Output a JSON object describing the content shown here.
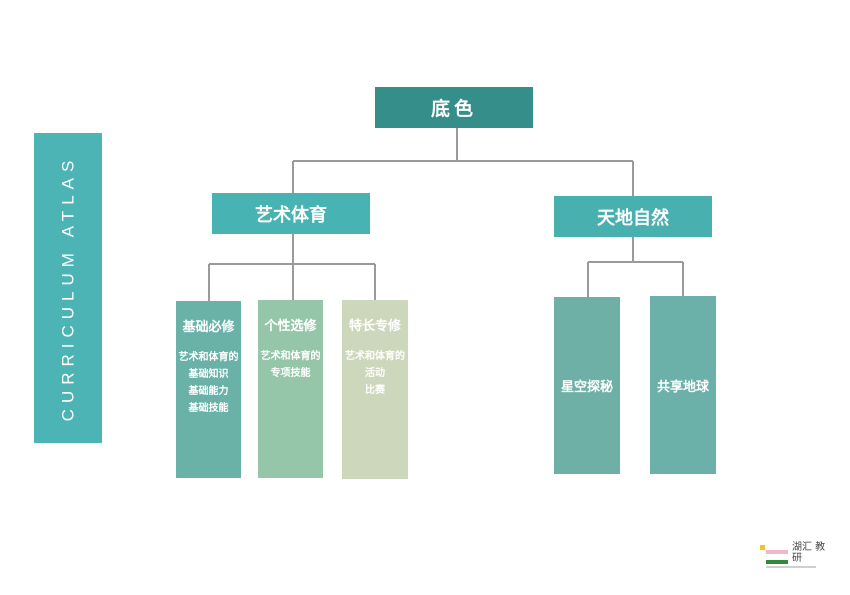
{
  "banner": {
    "text": "CURRICULUM ATLAS"
  },
  "root": {
    "label": "底色"
  },
  "branches": [
    {
      "label": "艺术体育",
      "children": [
        {
          "title": "基础必修",
          "lines": [
            "艺术和体育的",
            "基础知识",
            "基础能力",
            "基础技能"
          ]
        },
        {
          "title": "个性选修",
          "lines": [
            "艺术和体育的",
            "专项技能"
          ]
        },
        {
          "title": "特长专修",
          "lines": [
            "艺术和体育的",
            "活动",
            "比赛"
          ]
        }
      ]
    },
    {
      "label": "天地自然",
      "children": [
        {
          "title": "星空探秘"
        },
        {
          "title": "共享地球"
        }
      ]
    }
  ],
  "logo": {
    "text": "湖汇 教研"
  },
  "colors": {
    "banner": "#4db4b6",
    "root": "#358e8a",
    "branch": "#47b3b2",
    "leaf_a": "#6ab1a8",
    "leaf_b": "#96c6aa",
    "leaf_c": "#cdd7bb",
    "leaf_d": "#6eb0a6",
    "connector": "#9a9a9a"
  }
}
